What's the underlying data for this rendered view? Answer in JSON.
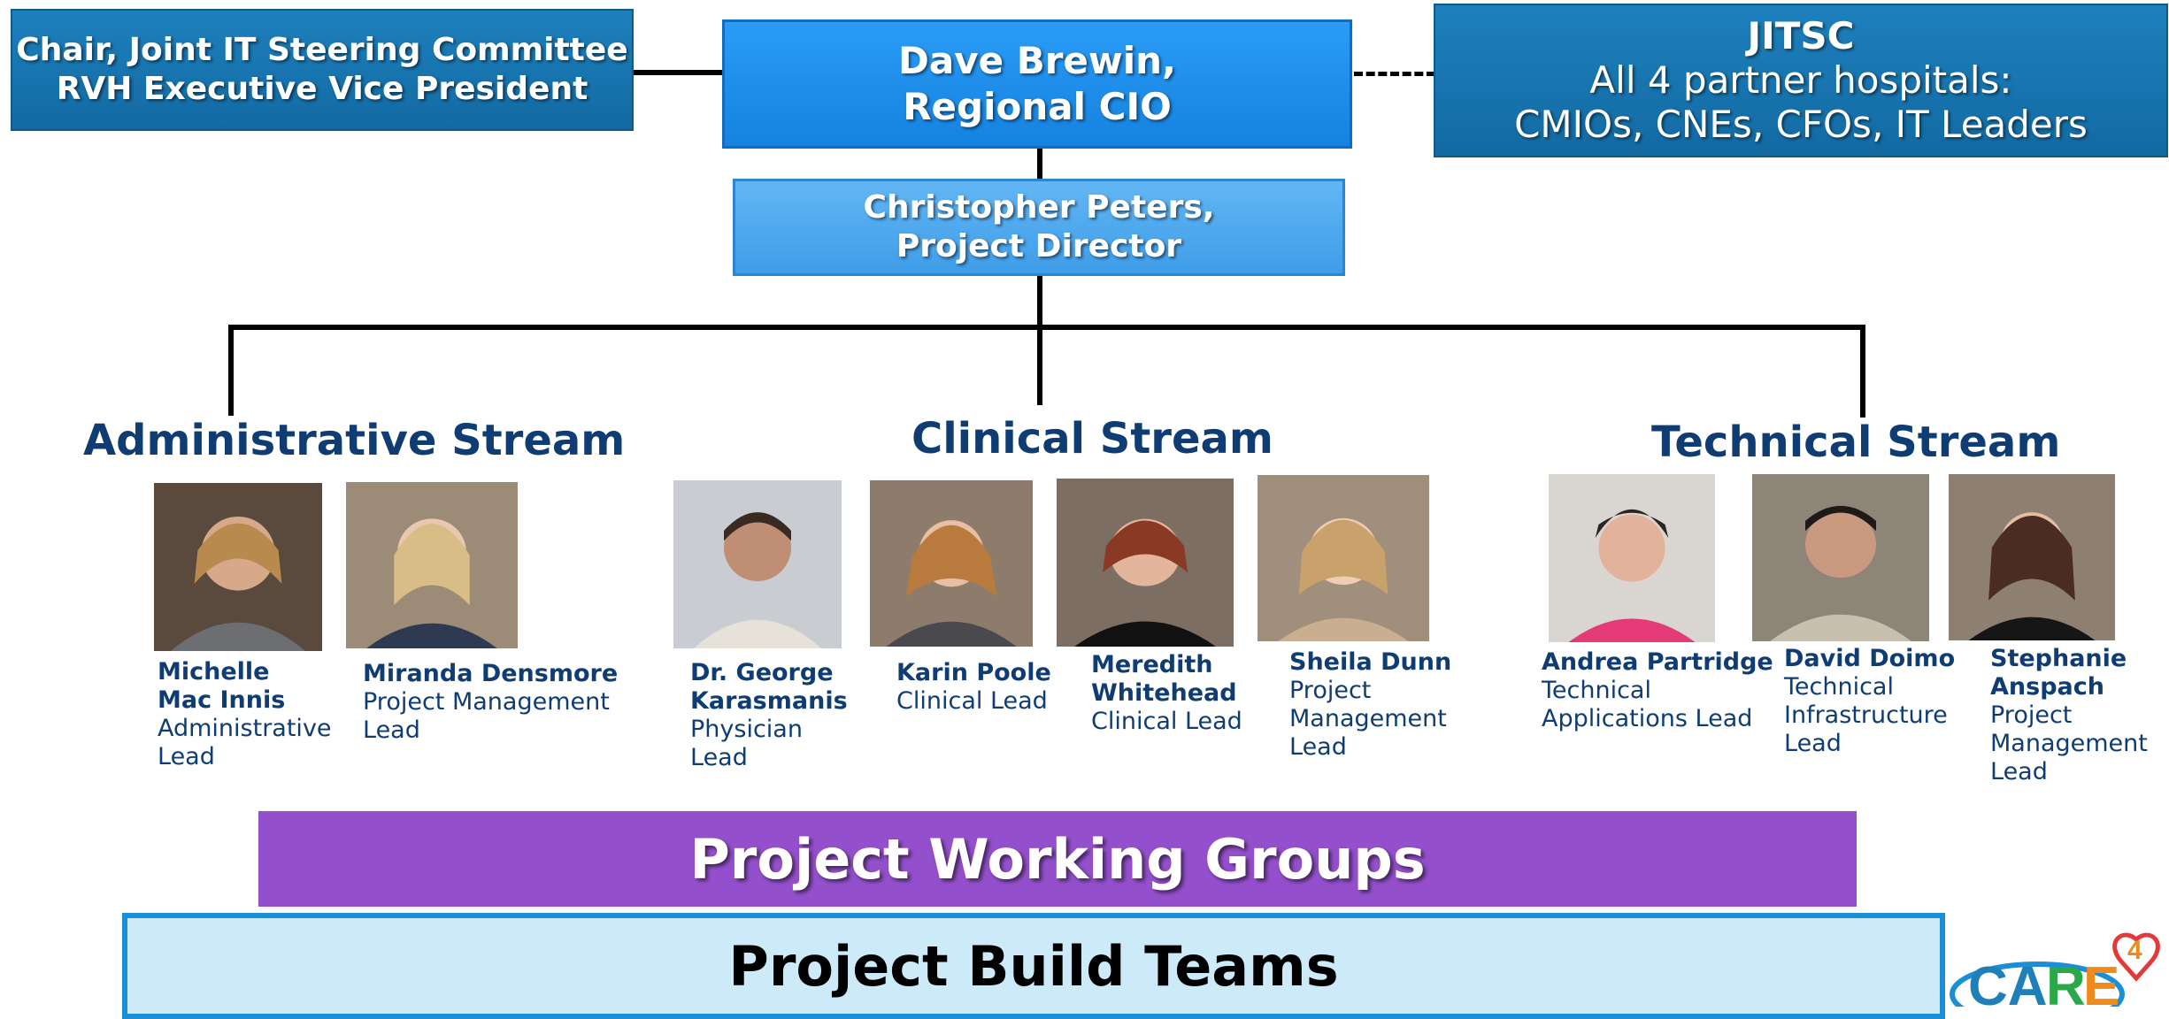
{
  "top": {
    "chair_box": {
      "line1": "Chair, Joint IT Steering Committee",
      "line2": "RVH Executive Vice President"
    },
    "cio_box": {
      "line1": "Dave Brewin,",
      "line2": "Regional CIO"
    },
    "jitsc_box": {
      "line1": "JITSC",
      "line2": "All 4 partner hospitals:",
      "line3": "CMIOs, CNEs, CFOs, IT Leaders"
    },
    "director_box": {
      "line1": "Christopher Peters,",
      "line2": "Project Director"
    }
  },
  "streams": {
    "administrative": {
      "title": "Administrative Stream",
      "people": [
        {
          "name": "Michelle Mac Innis",
          "name_lines": [
            "Michelle",
            "Mac Innis"
          ],
          "role_lines": [
            "Administrative",
            "Lead"
          ]
        },
        {
          "name": "Miranda Densmore",
          "name_lines": [
            "Miranda Densmore"
          ],
          "role_lines": [
            "Project Management",
            "Lead"
          ]
        }
      ]
    },
    "clinical": {
      "title": "Clinical Stream",
      "people": [
        {
          "name": "Dr. George Karasmanis",
          "name_lines": [
            "Dr. George",
            "Karasmanis"
          ],
          "role_lines": [
            "Physician",
            "Lead"
          ]
        },
        {
          "name": "Karin Poole",
          "name_lines": [
            "Karin Poole"
          ],
          "role_lines": [
            "Clinical Lead"
          ]
        },
        {
          "name": "Meredith Whitehead",
          "name_lines": [
            "Meredith",
            "Whitehead"
          ],
          "role_lines": [
            "Clinical Lead"
          ]
        },
        {
          "name": "Sheila Dunn",
          "name_lines": [
            "Sheila Dunn"
          ],
          "role_lines": [
            "Project",
            "Management",
            "Lead"
          ]
        }
      ]
    },
    "technical": {
      "title": "Technical Stream",
      "people": [
        {
          "name": "Andrea Partridge",
          "name_lines": [
            "Andrea Partridge"
          ],
          "role_lines": [
            "Technical",
            "Applications Lead"
          ]
        },
        {
          "name": "David Doimo",
          "name_lines": [
            "David Doimo"
          ],
          "role_lines": [
            "Technical",
            "Infrastructure",
            "Lead"
          ]
        },
        {
          "name": "Stephanie Anspach",
          "name_lines": [
            "Stephanie",
            "Anspach"
          ],
          "role_lines": [
            "Project",
            "Management",
            "Lead"
          ]
        }
      ]
    }
  },
  "bands": {
    "working_groups": "Project Working Groups",
    "build_teams": "Project Build Teams"
  },
  "logo": {
    "text": "CARE",
    "superscript": "4"
  },
  "colors": {
    "dark_blue_box": "#1775b0",
    "bright_blue_box": "#1e8ff0",
    "light_blue_box": "#4aa6ef",
    "stream_text": "#0f3d73",
    "purple_band": "#9450cc",
    "build_band_fill": "#cdeaf8",
    "build_band_border": "#1a8fd6"
  }
}
